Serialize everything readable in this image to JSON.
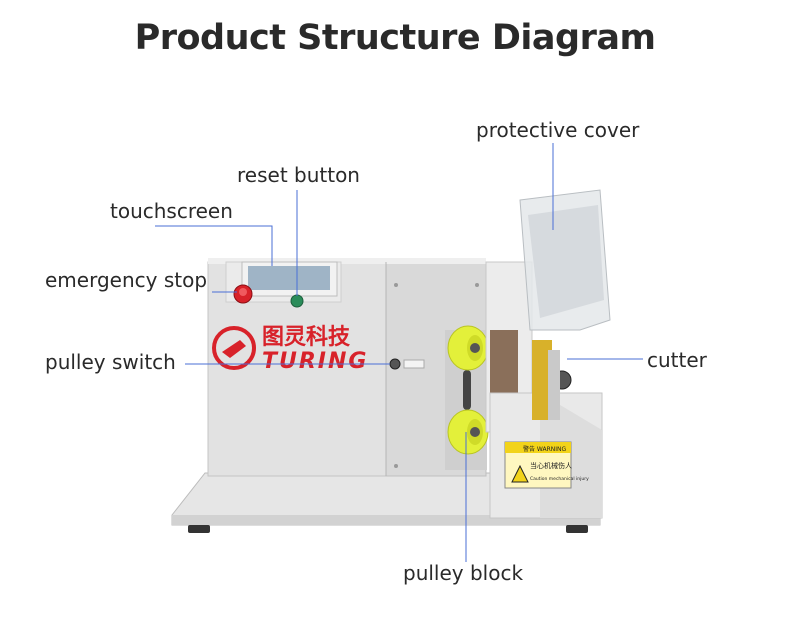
{
  "title": "Product Structure Diagram",
  "labels": {
    "protective_cover": "protective cover",
    "reset_button": "reset button",
    "touchscreen": "touchscreen",
    "emergency_stop": "emergency stop",
    "pulley_switch": "pulley switch",
    "cutter": "cutter",
    "pulley_block": "pulley block"
  },
  "machine": {
    "brand_cn": "图灵科技",
    "brand_en": "TURING",
    "warning_title": "警告 WARNING",
    "warning_text": "当心机械伤人",
    "warning_subtext": "Caution mechanical injury"
  },
  "colors": {
    "leader_line": "#4a6fd6",
    "pulley_yellow": "#e3f03a",
    "brand_red": "#d8222a",
    "machine_body": "#dfdfdf"
  }
}
